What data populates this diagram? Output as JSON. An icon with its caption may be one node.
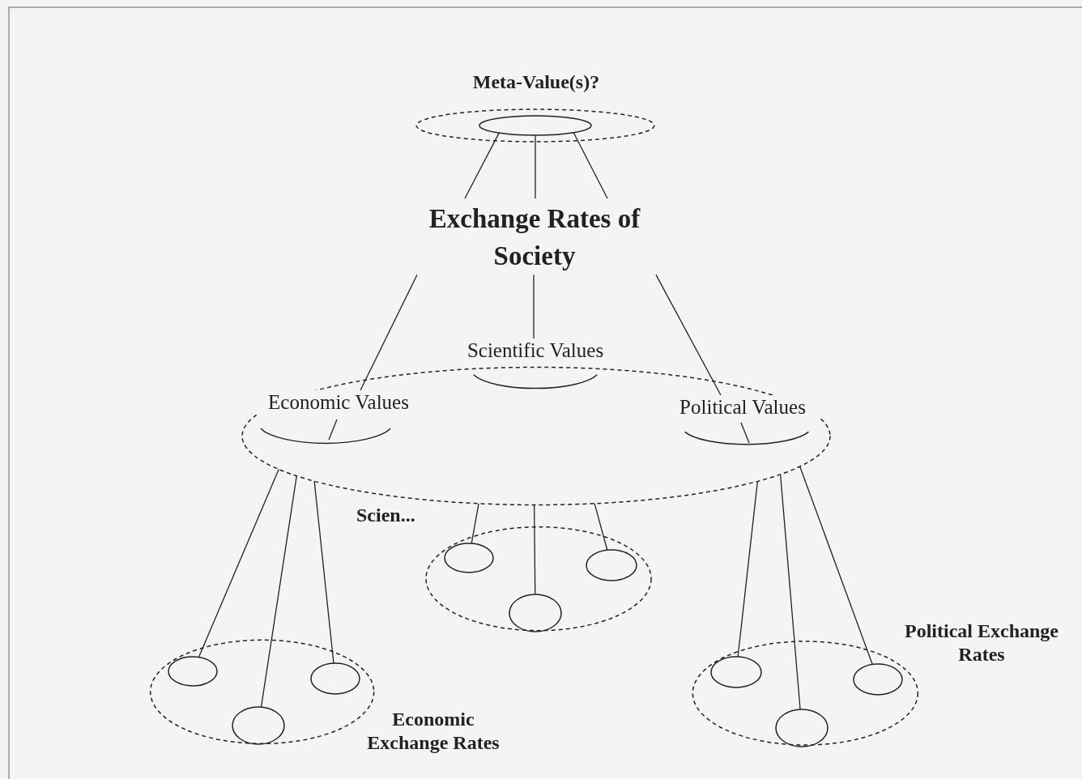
{
  "diagram": {
    "nodes": [
      {
        "text": [
          "Meta-Value(s)?"
        ]
      },
      {
        "text": [],
        "shape": "circle",
        "in": 0
      },
      {
        "text": [
          "Exchange Rates of Society"
        ]
      },
      {
        "text": [],
        "shape": "circle"
      },
      {
        "text": [
          "Economic Values"
        ],
        "in": 3
      },
      {
        "text": [
          "Scientific Values"
        ]
      },
      {
        "text": [
          "Political Values"
        ],
        "in": 3
      },
      {
        "text": [
          "Scien..."
        ]
      },
      {
        "text": [],
        "shape": "circle",
        "in": 7
      },
      {
        "text": [],
        "shape": "circle",
        "in": 7
      },
      {
        "text": [],
        "shape": "circle",
        "in": 7
      },
      {
        "text": [
          "Economic Exchange Rates"
        ]
      },
      {
        "text": [],
        "shape": "circle",
        "in": 11
      },
      {
        "text": [],
        "shape": "circle",
        "in": 11
      },
      {
        "text": [],
        "shape": "circle",
        "in": 11
      },
      {
        "text": [
          "Political Exchange Rates"
        ]
      },
      {
        "text": [],
        "shape": "circle",
        "in": 15
      },
      {
        "text": [],
        "shape": "circle",
        "in": 15
      },
      {
        "text": [],
        "shape": "circle",
        "in": 15
      }
    ],
    "edges": [
      {
        "from": 1,
        "to": 2,
        "arrow": "none"
      },
      {
        "from": 1,
        "to": 2,
        "arrow": "none"
      },
      {
        "from": 1,
        "to": 2,
        "arrow": "none"
      },
      {
        "from": 2,
        "to": 4,
        "arrow": "none"
      },
      {
        "from": 2,
        "to": 5,
        "arrow": "none"
      },
      {
        "from": 2,
        "to": 6,
        "arrow": "none"
      },
      {
        "from": 3,
        "to": 8,
        "arrow": "none"
      },
      {
        "from": 3,
        "to": 9,
        "arrow": "none"
      },
      {
        "from": 3,
        "to": 10,
        "arrow": "none"
      },
      {
        "from": 3,
        "to": 12,
        "arrow": "none"
      },
      {
        "from": 3,
        "to": 13,
        "arrow": "none"
      },
      {
        "from": 3,
        "to": 14,
        "arrow": "none"
      },
      {
        "from": 3,
        "to": 16,
        "arrow": "none"
      },
      {
        "from": 3,
        "to": 17,
        "arrow": "none"
      },
      {
        "from": 3,
        "to": 18,
        "arrow": "none"
      }
    ]
  }
}
